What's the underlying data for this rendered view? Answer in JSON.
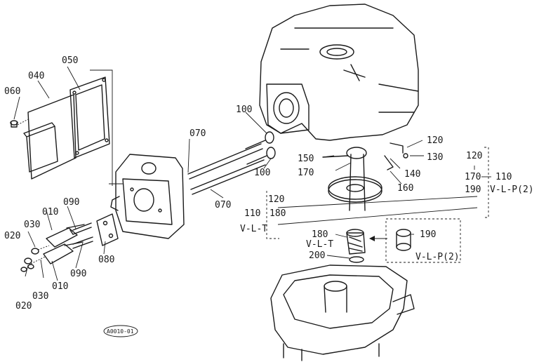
{
  "callouts": {
    "p010a": "010",
    "p010b": "010",
    "p020a": "020",
    "p020b": "020",
    "p030a": "030",
    "p030b": "030",
    "p040": "040",
    "p050": "050",
    "p060": "060",
    "p070a": "070",
    "p070b": "070",
    "p080": "080",
    "p090a": "090",
    "p090b": "090",
    "p100a": "100",
    "p100b": "100",
    "p110a": "110",
    "p110b": "110",
    "p120a": "120",
    "p120b": "120",
    "p120c": "120",
    "p130": "130",
    "p140": "140",
    "p150": "150",
    "p160": "160",
    "p170a": "170",
    "p170b": "170",
    "p180a": "180",
    "p180b": "180",
    "p190a": "190",
    "p190b": "190",
    "p200": "200"
  },
  "variants": {
    "vlp2_right": "V-L-P(2)",
    "vlt_left": "V-L-T",
    "vlt_center": "V-L-T",
    "vlp2_box": "V-L-P(2)"
  },
  "figure_code": "A0010-01"
}
